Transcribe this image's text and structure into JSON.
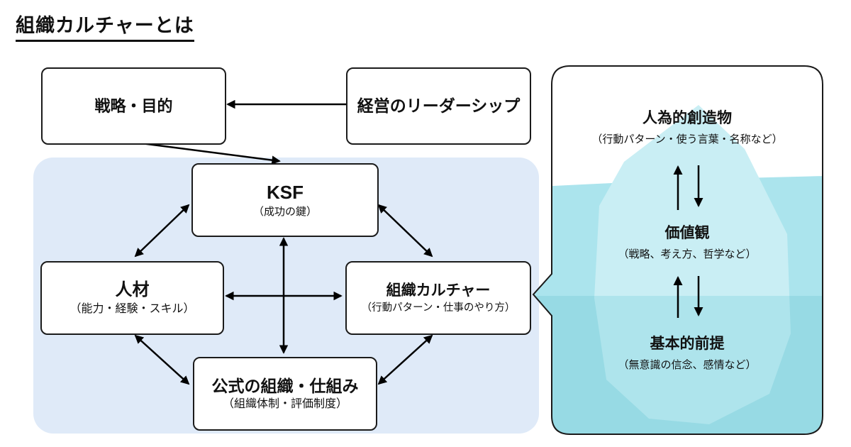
{
  "title": "組織カルチャーとは",
  "boxes": {
    "strategy": {
      "label": "戦略・目的"
    },
    "leadership": {
      "label": "経営のリーダーシップ"
    },
    "ksf": {
      "label": "KSF",
      "sub": "（成功の鍵）"
    },
    "talent": {
      "label": "人材",
      "sub": "（能力・経験・スキル）"
    },
    "culture": {
      "label": "組織カルチャー",
      "sub": "（行動パターン・仕事のやり方）"
    },
    "formal_org": {
      "label": "公式の組織・仕組み",
      "sub": "（組織体制・評価制度）"
    }
  },
  "iceberg": {
    "levels": [
      {
        "label": "人為的創造物",
        "sub": "（行動パターン・使う言葉・名称など）"
      },
      {
        "label": "価値観",
        "sub": "（戦略、考え方、哲学など）"
      },
      {
        "label": "基本的前提",
        "sub": "（無意識の信念、感情など）"
      }
    ]
  },
  "colors": {
    "panel_blue": "#dfeaf8",
    "panel_white": "#ffffff",
    "water_mid": "#abe4ed",
    "water_deep": "#97dae4",
    "iceberg_upper": "#c9eef4",
    "iceberg_lower": "#aee4ec",
    "outline": "#1a1a1a",
    "arrow": "#000000"
  }
}
